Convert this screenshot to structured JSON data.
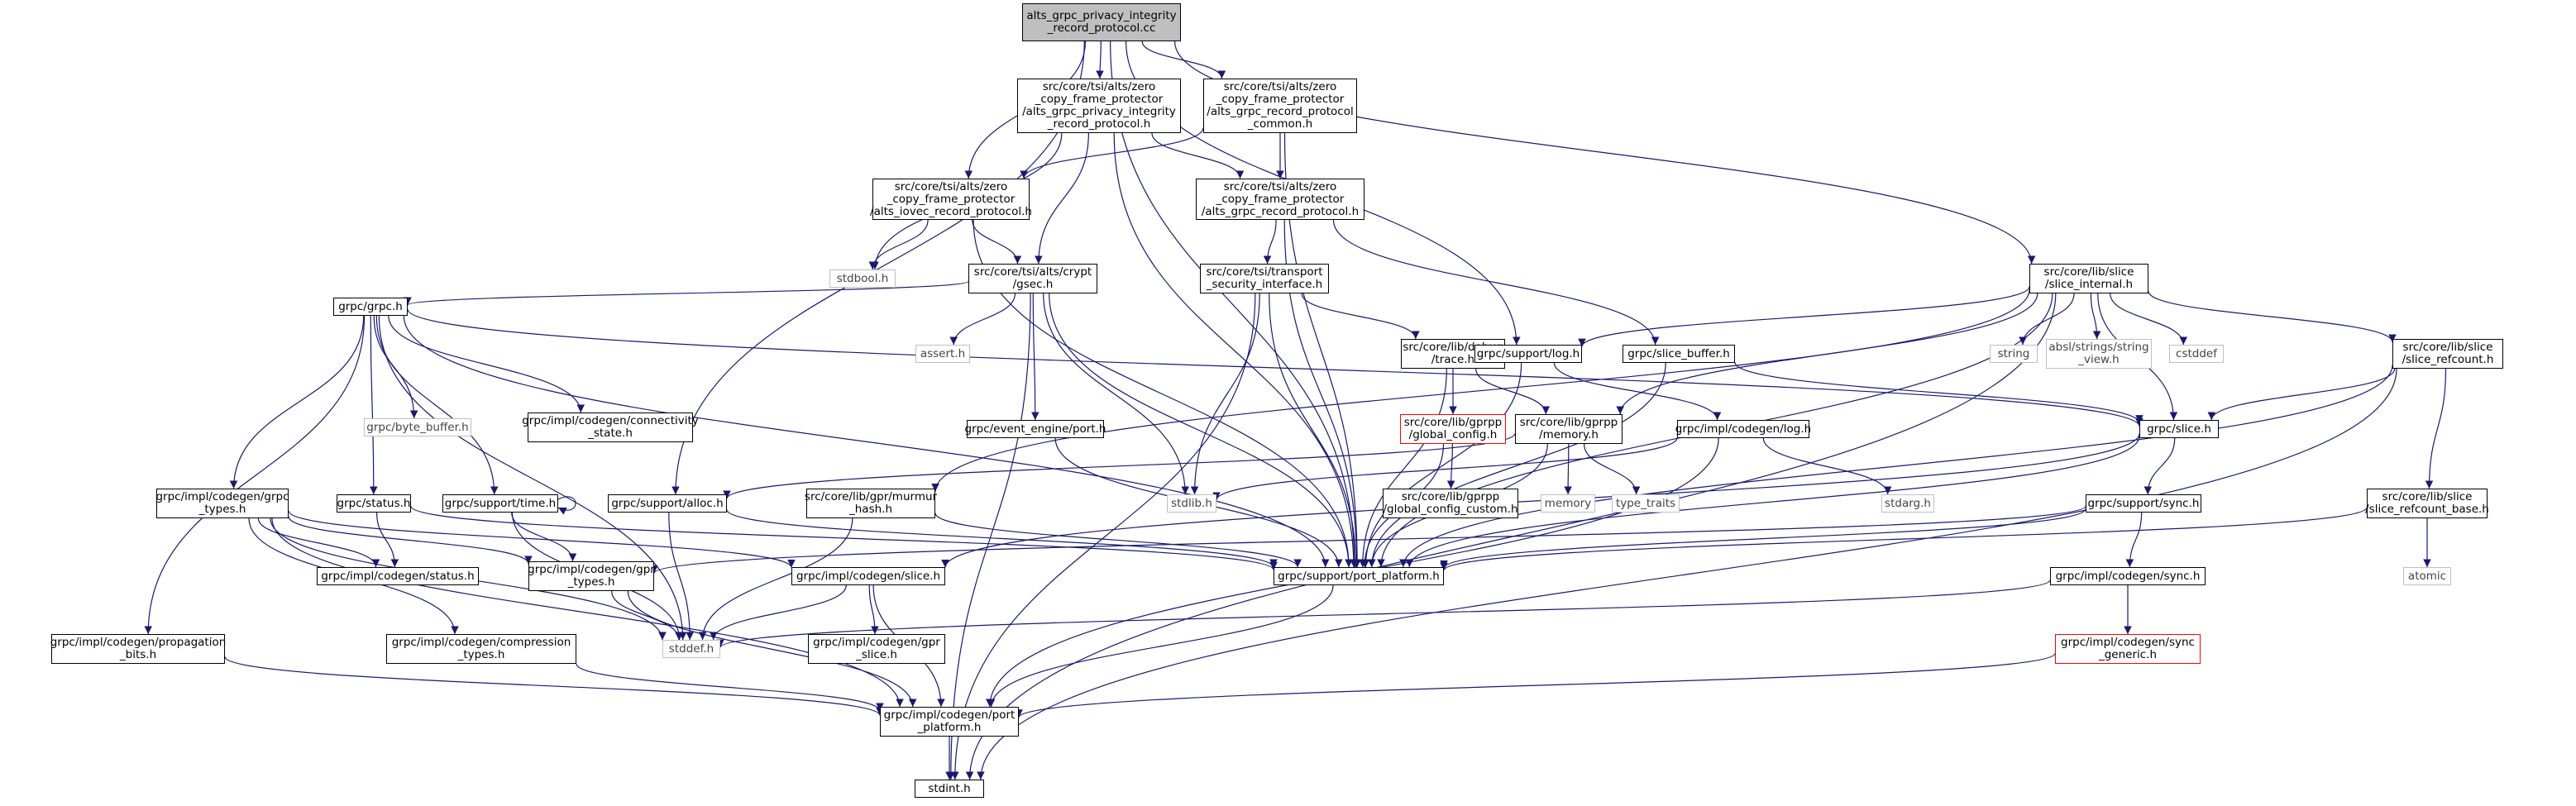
{
  "graph": {
    "nodes": [
      {
        "id": "root",
        "lines": [
          "alts_grpc_privacy_integrity",
          "_record_protocol.cc"
        ],
        "style": "root"
      },
      {
        "id": "zcf_pi",
        "lines": [
          "src/core/tsi/alts/zero",
          "_copy_frame_protector",
          "/alts_grpc_privacy_integrity",
          "_record_protocol.h"
        ],
        "style": "normal"
      },
      {
        "id": "zcf_common",
        "lines": [
          "src/core/tsi/alts/zero",
          "_copy_frame_protector",
          "/alts_grpc_record_protocol",
          "_common.h"
        ],
        "style": "normal"
      },
      {
        "id": "zcf_iovec",
        "lines": [
          "src/core/tsi/alts/zero",
          "_copy_frame_protector",
          "/alts_iovec_record_protocol.h"
        ],
        "style": "normal"
      },
      {
        "id": "zcf_rec",
        "lines": [
          "src/core/tsi/alts/zero",
          "_copy_frame_protector",
          "/alts_grpc_record_protocol.h"
        ],
        "style": "normal"
      },
      {
        "id": "stdbool",
        "lines": [
          "stdbool.h"
        ],
        "style": "sys"
      },
      {
        "id": "gsec",
        "lines": [
          "src/core/tsi/alts/crypt",
          "/gsec.h"
        ],
        "style": "normal"
      },
      {
        "id": "tsi",
        "lines": [
          "src/core/tsi/transport",
          "_security_interface.h"
        ],
        "style": "normal"
      },
      {
        "id": "slice_internal",
        "lines": [
          "src/core/lib/slice",
          "/slice_internal.h"
        ],
        "style": "normal"
      },
      {
        "id": "grpc_h",
        "lines": [
          "grpc/grpc.h"
        ],
        "style": "normal"
      },
      {
        "id": "assert",
        "lines": [
          "assert.h"
        ],
        "style": "sys"
      },
      {
        "id": "debug_trace",
        "lines": [
          "src/core/lib/debug",
          "/trace.h"
        ],
        "style": "normal"
      },
      {
        "id": "grpc_slice_buffer",
        "lines": [
          "grpc/slice_buffer.h"
        ],
        "style": "normal"
      },
      {
        "id": "support_log",
        "lines": [
          "grpc/support/log.h"
        ],
        "style": "normal"
      },
      {
        "id": "string",
        "lines": [
          "string"
        ],
        "style": "sys"
      },
      {
        "id": "string_view",
        "lines": [
          "absl/strings/string",
          "_view.h"
        ],
        "style": "sys"
      },
      {
        "id": "cstddef",
        "lines": [
          "cstddef"
        ],
        "style": "sys"
      },
      {
        "id": "slice_refcount",
        "lines": [
          "src/core/lib/slice",
          "/slice_refcount.h"
        ],
        "style": "normal"
      },
      {
        "id": "byte_buffer",
        "lines": [
          "grpc/byte_buffer.h"
        ],
        "style": "sys"
      },
      {
        "id": "connectivity",
        "lines": [
          "grpc/impl/codegen/connectivity",
          "_state.h"
        ],
        "style": "normal"
      },
      {
        "id": "global_config",
        "lines": [
          "src/core/lib/gprpp",
          "/global_config.h"
        ],
        "style": "red"
      },
      {
        "id": "gprpp_memory",
        "lines": [
          "src/core/lib/gprpp",
          "/memory.h"
        ],
        "style": "normal"
      },
      {
        "id": "codegen_log",
        "lines": [
          "grpc/impl/codegen/log.h"
        ],
        "style": "normal"
      },
      {
        "id": "slice_h",
        "lines": [
          "grpc/slice.h"
        ],
        "style": "normal"
      },
      {
        "id": "event_engine",
        "lines": [
          "grpc/event_engine/port.h"
        ],
        "style": "normal"
      },
      {
        "id": "grpc_types",
        "lines": [
          "grpc/impl/codegen/grpc",
          "_types.h"
        ],
        "style": "normal"
      },
      {
        "id": "status_h",
        "lines": [
          "grpc/status.h"
        ],
        "style": "normal"
      },
      {
        "id": "support_time",
        "lines": [
          "grpc/support/time.h"
        ],
        "style": "normal"
      },
      {
        "id": "support_alloc",
        "lines": [
          "grpc/support/alloc.h"
        ],
        "style": "normal"
      },
      {
        "id": "murmur",
        "lines": [
          "src/core/lib/gpr/murmur",
          "_hash.h"
        ],
        "style": "normal"
      },
      {
        "id": "stdlib",
        "lines": [
          "stdlib.h"
        ],
        "style": "sys"
      },
      {
        "id": "global_config_custom",
        "lines": [
          "src/core/lib/gprpp",
          "/global_config_custom.h"
        ],
        "style": "normal"
      },
      {
        "id": "memory",
        "lines": [
          "memory"
        ],
        "style": "sys"
      },
      {
        "id": "type_traits",
        "lines": [
          "type_traits"
        ],
        "style": "sys"
      },
      {
        "id": "stdarg",
        "lines": [
          "stdarg.h"
        ],
        "style": "sys"
      },
      {
        "id": "support_sync",
        "lines": [
          "grpc/support/sync.h"
        ],
        "style": "normal"
      },
      {
        "id": "refcount_base",
        "lines": [
          "src/core/lib/slice",
          "/slice_refcount_base.h"
        ],
        "style": "normal"
      },
      {
        "id": "codegen_status",
        "lines": [
          "grpc/impl/codegen/status.h"
        ],
        "style": "normal"
      },
      {
        "id": "gpr_types",
        "lines": [
          "grpc/impl/codegen/gpr",
          "_types.h"
        ],
        "style": "normal"
      },
      {
        "id": "codegen_slice",
        "lines": [
          "grpc/impl/codegen/slice.h"
        ],
        "style": "normal"
      },
      {
        "id": "port_platform",
        "lines": [
          "grpc/support/port_platform.h"
        ],
        "style": "normal"
      },
      {
        "id": "codegen_sync",
        "lines": [
          "grpc/impl/codegen/sync.h"
        ],
        "style": "normal"
      },
      {
        "id": "atomic",
        "lines": [
          "atomic"
        ],
        "style": "sys"
      },
      {
        "id": "propagation",
        "lines": [
          "grpc/impl/codegen/propagation",
          "_bits.h"
        ],
        "style": "normal"
      },
      {
        "id": "compression",
        "lines": [
          "grpc/impl/codegen/compression",
          "_types.h"
        ],
        "style": "normal"
      },
      {
        "id": "stddef",
        "lines": [
          "stddef.h"
        ],
        "style": "sys"
      },
      {
        "id": "gpr_slice",
        "lines": [
          "grpc/impl/codegen/gpr",
          "_slice.h"
        ],
        "style": "normal"
      },
      {
        "id": "sync_generic",
        "lines": [
          "grpc/impl/codegen/sync",
          "_generic.h"
        ],
        "style": "red"
      },
      {
        "id": "codegen_port",
        "lines": [
          "grpc/impl/codegen/port",
          "_platform.h"
        ],
        "style": "normal"
      },
      {
        "id": "stdint",
        "lines": [
          "stdint.h"
        ],
        "style": "normal"
      }
    ],
    "edges": [
      [
        "root",
        "zcf_pi"
      ],
      [
        "root",
        "zcf_common"
      ],
      [
        "root",
        "zcf_iovec"
      ],
      [
        "root",
        "slice_internal"
      ],
      [
        "root",
        "support_log"
      ],
      [
        "root",
        "support_alloc"
      ],
      [
        "root",
        "port_platform"
      ],
      [
        "zcf_pi",
        "zcf_rec"
      ],
      [
        "zcf_pi",
        "gsec"
      ],
      [
        "zcf_pi",
        "stdbool"
      ],
      [
        "zcf_pi",
        "port_platform"
      ],
      [
        "zcf_common",
        "zcf_iovec"
      ],
      [
        "zcf_common",
        "zcf_rec"
      ],
      [
        "zcf_common",
        "port_platform"
      ],
      [
        "zcf_iovec",
        "stdbool"
      ],
      [
        "zcf_iovec",
        "gsec"
      ],
      [
        "zcf_iovec",
        "port_platform"
      ],
      [
        "zcf_rec",
        "tsi"
      ],
      [
        "zcf_rec",
        "grpc_slice_buffer"
      ],
      [
        "zcf_rec",
        "port_platform"
      ],
      [
        "gsec",
        "grpc_h"
      ],
      [
        "gsec",
        "assert"
      ],
      [
        "gsec",
        "event_engine"
      ],
      [
        "gsec",
        "stdlib"
      ],
      [
        "gsec",
        "stdint"
      ],
      [
        "gsec",
        "port_platform"
      ],
      [
        "tsi",
        "debug_trace"
      ],
      [
        "tsi",
        "stdlib"
      ],
      [
        "tsi",
        "stdint"
      ],
      [
        "tsi",
        "port_platform"
      ],
      [
        "slice_internal",
        "support_log"
      ],
      [
        "slice_internal",
        "string"
      ],
      [
        "slice_internal",
        "string_view"
      ],
      [
        "slice_internal",
        "cstddef"
      ],
      [
        "slice_internal",
        "slice_refcount"
      ],
      [
        "slice_internal",
        "slice_h"
      ],
      [
        "slice_internal",
        "gprpp_memory"
      ],
      [
        "slice_internal",
        "murmur"
      ],
      [
        "slice_internal",
        "stdint"
      ],
      [
        "slice_internal",
        "port_platform"
      ],
      [
        "grpc_h",
        "byte_buffer"
      ],
      [
        "grpc_h",
        "connectivity"
      ],
      [
        "grpc_h",
        "slice_h"
      ],
      [
        "grpc_h",
        "grpc_types"
      ],
      [
        "grpc_h",
        "status_h"
      ],
      [
        "grpc_h",
        "support_time"
      ],
      [
        "grpc_h",
        "propagation"
      ],
      [
        "grpc_h",
        "stddef"
      ],
      [
        "grpc_h",
        "port_platform"
      ],
      [
        "debug_trace",
        "global_config"
      ],
      [
        "debug_trace",
        "gprpp_memory"
      ],
      [
        "debug_trace",
        "port_platform"
      ],
      [
        "grpc_slice_buffer",
        "slice_h"
      ],
      [
        "grpc_slice_buffer",
        "port_platform"
      ],
      [
        "support_log",
        "codegen_log"
      ],
      [
        "support_log",
        "port_platform"
      ],
      [
        "slice_refcount",
        "slice_h"
      ],
      [
        "slice_refcount",
        "refcount_base"
      ],
      [
        "slice_refcount",
        "stdint"
      ],
      [
        "slice_refcount",
        "port_platform"
      ],
      [
        "global_config",
        "global_config_custom"
      ],
      [
        "global_config",
        "port_platform"
      ],
      [
        "gprpp_memory",
        "memory"
      ],
      [
        "gprpp_memory",
        "type_traits"
      ],
      [
        "gprpp_memory",
        "support_alloc"
      ],
      [
        "gprpp_memory",
        "port_platform"
      ],
      [
        "codegen_log",
        "stdarg"
      ],
      [
        "codegen_log",
        "stdlib"
      ],
      [
        "codegen_log",
        "codegen_port"
      ],
      [
        "slice_h",
        "support_sync"
      ],
      [
        "slice_h",
        "codegen_slice"
      ],
      [
        "slice_h",
        "port_platform"
      ],
      [
        "event_engine",
        "port_platform"
      ],
      [
        "grpc_types",
        "codegen_status"
      ],
      [
        "grpc_types",
        "compression"
      ],
      [
        "grpc_types",
        "gpr_types"
      ],
      [
        "grpc_types",
        "codegen_slice"
      ],
      [
        "grpc_types",
        "stddef"
      ],
      [
        "grpc_types",
        "codegen_port"
      ],
      [
        "status_h",
        "codegen_status"
      ],
      [
        "status_h",
        "port_platform"
      ],
      [
        "support_time",
        "support_time"
      ],
      [
        "support_time",
        "gpr_types"
      ],
      [
        "support_time",
        "stddef"
      ],
      [
        "support_alloc",
        "stddef"
      ],
      [
        "support_alloc",
        "port_platform"
      ],
      [
        "murmur",
        "stddef"
      ],
      [
        "murmur",
        "port_platform"
      ],
      [
        "support_sync",
        "codegen_sync"
      ],
      [
        "support_sync",
        "gpr_types"
      ],
      [
        "support_sync",
        "port_platform"
      ],
      [
        "refcount_base",
        "atomic"
      ],
      [
        "refcount_base",
        "port_platform"
      ],
      [
        "gpr_types",
        "stddef"
      ],
      [
        "gpr_types",
        "codegen_port"
      ],
      [
        "codegen_slice",
        "gpr_slice"
      ],
      [
        "codegen_slice",
        "stddef"
      ],
      [
        "codegen_slice",
        "codegen_port"
      ],
      [
        "port_platform",
        "codegen_port"
      ],
      [
        "codegen_sync",
        "sync_generic"
      ],
      [
        "codegen_sync",
        "stddef"
      ],
      [
        "sync_generic",
        "codegen_port"
      ],
      [
        "propagation",
        "codegen_port"
      ],
      [
        "compression",
        "codegen_port"
      ],
      [
        "codegen_port",
        "stdint"
      ]
    ]
  }
}
